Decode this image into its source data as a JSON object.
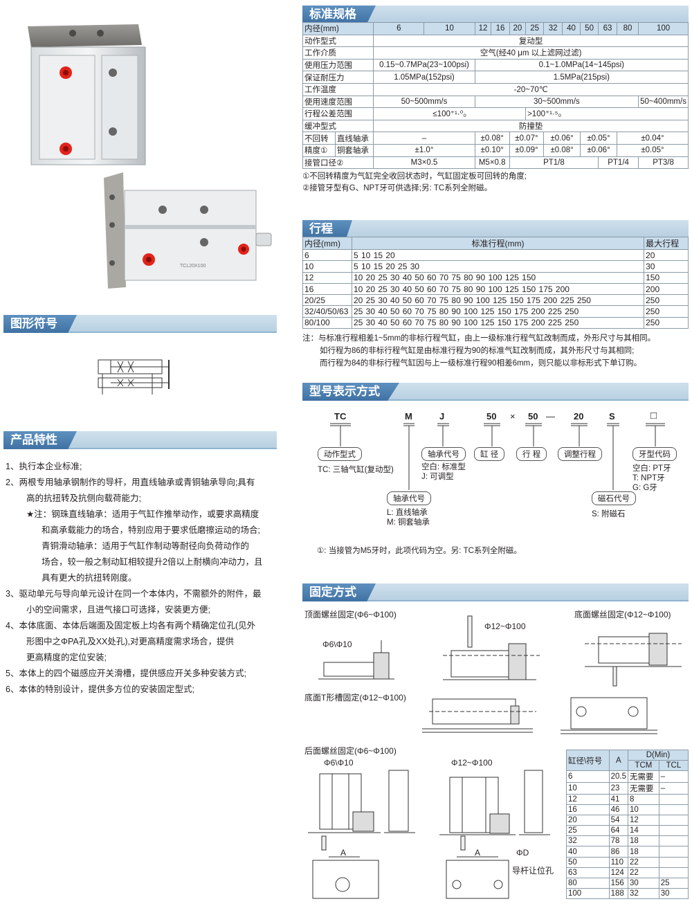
{
  "sections": {
    "spec": "标准规格",
    "stroke": "行程",
    "model": "型号表示方式",
    "mount": "固定方式",
    "symbol": "图形符号",
    "features": "产品特性"
  },
  "product_photo": {
    "label": "TCL20X100"
  },
  "spec_table": {
    "bore_label": "内径(mm)",
    "bores": [
      "6",
      "10",
      "12",
      "16",
      "20",
      "25",
      "32",
      "40",
      "50",
      "63",
      "80",
      "100"
    ],
    "rows": {
      "action": {
        "label": "动作型式",
        "value": "复动型"
      },
      "fluid": {
        "label": "工作介质",
        "value": "空气(经40 μm 以上滤网过滤)"
      },
      "pressure": {
        "label": "使用压力范围",
        "v1": "0.15~0.7MPa(23~100psi)",
        "v2": "0.1~1.0MPa(14~145psi)"
      },
      "proof": {
        "label": "保证耐压力",
        "v1": "1.05MPa(152psi)",
        "v2": "1.5MPa(215psi)"
      },
      "temp": {
        "label": "工作温度",
        "value": "-20~70℃"
      },
      "speed": {
        "label": "使用速度范围",
        "v1": "50~500mm/s",
        "v2": "30~500mm/s",
        "v3": "50~400mm/s"
      },
      "tolerance": {
        "label": "行程公差范围",
        "v1": "≤100⁺¹·⁰₀",
        "v2": ">100⁺¹·⁵₀"
      },
      "cushion": {
        "label": "缓冲型式",
        "value": "防撞垫"
      },
      "rot_label1": "不回转",
      "rot_label2": "精度①",
      "linear": {
        "label": "直线轴承",
        "v": [
          "–",
          "±0.08°",
          "±0.07°",
          "±0.06°",
          "±0.05°",
          "±0.04°"
        ]
      },
      "bronze": {
        "label": "铜套轴承",
        "v": [
          "±1.0°",
          "±0.10°",
          "±0.09°",
          "±0.08°",
          "±0.06°",
          "±0.05°"
        ]
      },
      "port": {
        "label": "接管口径②",
        "v": [
          "M3×0.5",
          "M5×0.8",
          "PT1/8",
          "PT1/4",
          "PT3/8"
        ]
      }
    },
    "notes": [
      "①不回转精度为气缸完全收回状态时，气缸固定板可回转的角度;",
      "②接管牙型有G、NPT牙可供选择;另: TC系列全附磁。"
    ]
  },
  "stroke_table": {
    "headers": [
      "内径(mm)",
      "标准行程(mm)",
      "最大行程"
    ],
    "rows": [
      [
        "6",
        "5 10 15 20",
        "20"
      ],
      [
        "10",
        "5 10 15 20 25 30",
        "30"
      ],
      [
        "12",
        "10 20 25 30 40 50 60 70 75 80 90 100 125 150",
        "150"
      ],
      [
        "16",
        "10 20 25 30 40 50 60 70 75 80 90 100 125 150 175 200",
        "200"
      ],
      [
        "20/25",
        "20 25 30 40 50 60 70 75 80 90 100 125 150 175 200 225 250",
        "250"
      ],
      [
        "32/40/50/63",
        "25 30 40 50 60 70 75 80 90 100 125 150 175 200 225 250",
        "250"
      ],
      [
        "80/100",
        "25 30 40 50 60 70 75 80 90 100 125 150 175 200 225 250",
        "250"
      ]
    ],
    "notes": [
      "注：与标准行程相差1~5mm的非标行程气缸，由上一级标准行程气缸改制而成，外形尺寸与其相同。",
      "如行程为86的非标行程气缸是由标准行程为90的标准气缸改制而成，其外形尺寸与其相同;",
      "而行程为84的非标行程气缸因与上一级标准行程90相差6mm，则只能以非标形式下单订购。"
    ]
  },
  "model_code": {
    "codes": [
      "TC",
      "M",
      "J",
      "50",
      "×",
      "50",
      "—",
      "20",
      "S",
      "□"
    ],
    "labels": {
      "action": "动作型式",
      "action_desc": "TC: 三轴气缸(复动型)",
      "guide": "轴承代号",
      "guide_desc1": "空白: 标准型",
      "guide_desc2": "J: 可调型",
      "bore": "缸 径",
      "stroke": "行 程",
      "adjust": "调整行程",
      "thread": "牙型代码",
      "thread_desc": [
        "空白: PT牙",
        "T: NPT牙",
        "G: G牙"
      ],
      "bearing": "轴承代号",
      "bearing_desc": [
        "L: 直线轴承",
        "M: 铜套轴承"
      ],
      "magnet": "磁石代号",
      "magnet_desc": "S: 附磁石"
    },
    "note": "①: 当接管为M5牙时，此项代码为空。另: TC系列全附磁。"
  },
  "mounting": {
    "top_screw": "顶面螺丝固定(Φ6~Φ100)",
    "bottom_screw": "底面螺丝固定(Φ12~Φ100)",
    "top_small": "Φ6\\Φ10",
    "top_large": "Φ12~Φ100",
    "bottom_t": "底面T形槽固定(Φ12~Φ100)",
    "rear_screw": "后面螺丝固定(Φ6~Φ100)",
    "rear_small": "Φ6\\Φ10",
    "rear_large": "Φ12~Φ100",
    "dim_a": "A",
    "dim_d": "ΦD",
    "guide_hole": "导杆让位孔"
  },
  "dim_table": {
    "h1": "缸径\\符号",
    "h2": "A",
    "h3": "D(Min)",
    "h4": "TCM",
    "h5": "TCL",
    "rows": [
      [
        "6",
        "20.5",
        "无需要",
        "–"
      ],
      [
        "10",
        "23",
        "无需要",
        "–"
      ],
      [
        "12",
        "41",
        "8",
        ""
      ],
      [
        "16",
        "46",
        "10",
        ""
      ],
      [
        "20",
        "54",
        "12",
        ""
      ],
      [
        "25",
        "64",
        "14",
        ""
      ],
      [
        "32",
        "78",
        "18",
        ""
      ],
      [
        "40",
        "86",
        "18",
        ""
      ],
      [
        "50",
        "110",
        "22",
        ""
      ],
      [
        "63",
        "124",
        "22",
        ""
      ],
      [
        "80",
        "156",
        "30",
        "25"
      ],
      [
        "100",
        "188",
        "32",
        "30"
      ]
    ]
  },
  "features": [
    "1、执行本企业标准;",
    "2、两根专用轴承钢制作的导杆，用直线轴承或青铜轴承导向;具有",
    "高的抗扭转及抗侧向载荷能力;",
    "★注：钢珠直线轴承：适用于气缸作推举动作，或要求高精度",
    "和高承载能力的场合，特别应用于要求低磨擦运动的场合;",
    "青铜滑动轴承：适用于气缸作制动等耐径向负荷动作的",
    "场合，较一般之制动缸相较提升2倍以上耐横向冲动力，且",
    "具有更大的抗扭转刚度。",
    "3、驱动单元与导向单元设计在同一个本体内，不需额外的附件，最",
    "小的空间需求，且进气接口可选择，安装更方便;",
    "4、本体底面、本体后端面及固定板上均各有两个精确定位孔(见外",
    "形图中之ΦPA孔及XX处孔),对更高精度需求场合，提供",
    "更高精度的定位安装;",
    "5、本体上的四个磁感应开关滑槽，提供感应开关多种安装方式;",
    "6、本体的特别设计，提供多方位的安装固定型式;"
  ]
}
